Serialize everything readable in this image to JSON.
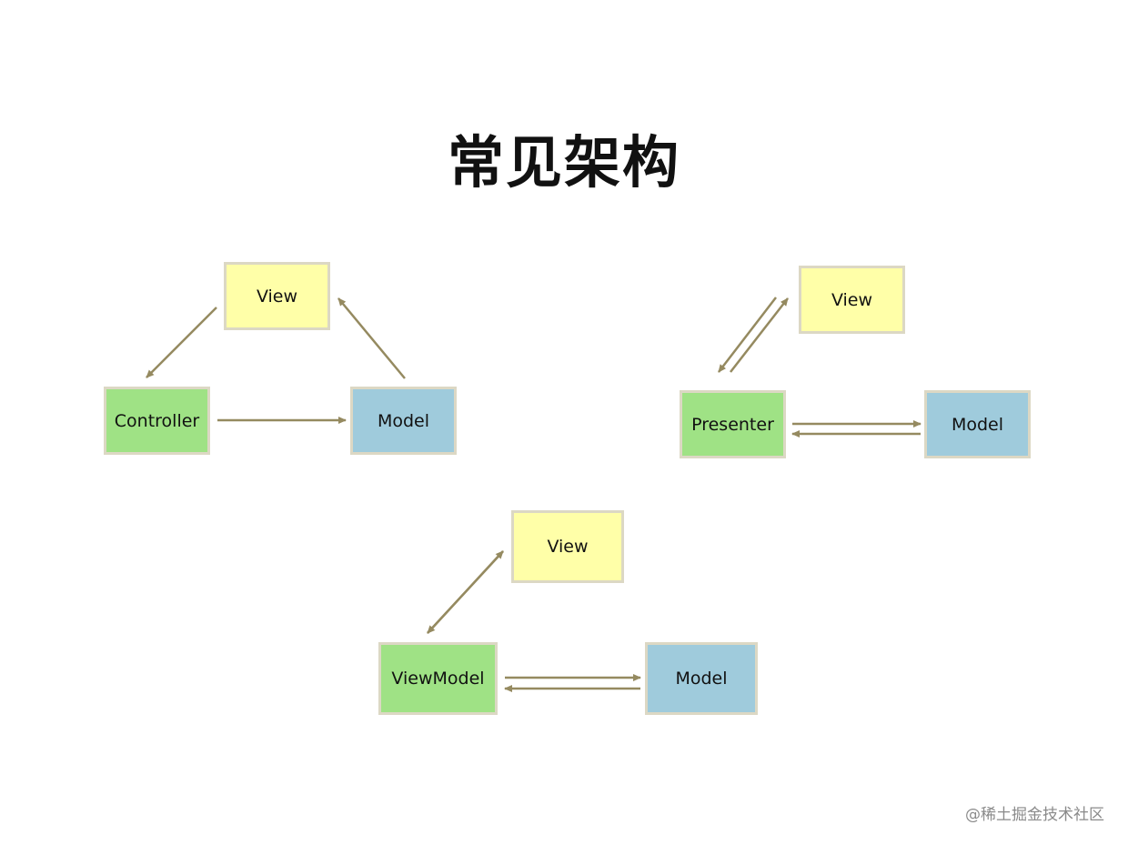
{
  "title": "常见架构",
  "mvc": {
    "view": "View",
    "controller": "Controller",
    "model": "Model"
  },
  "mvp": {
    "view": "View",
    "presenter": "Presenter",
    "model": "Model"
  },
  "mvvm": {
    "view": "View",
    "viewmodel": "ViewModel",
    "model": "Model"
  },
  "colors": {
    "view": "#ffffa8",
    "controller": "#9fe285",
    "model": "#9fcbdc",
    "border": "#dcd8c4",
    "arrow": "#958a60"
  },
  "watermark": "@稀土掘金技术社区"
}
